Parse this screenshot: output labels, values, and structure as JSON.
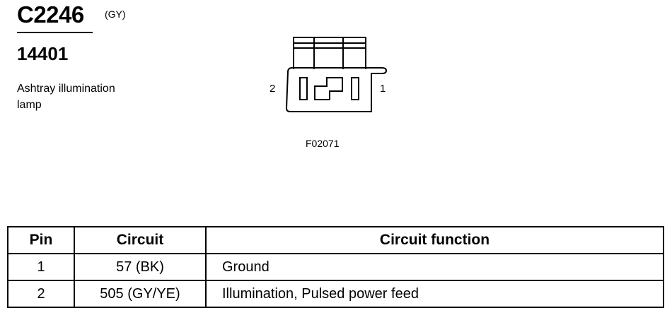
{
  "connector": {
    "id": "C2246",
    "color_code": "(GY)",
    "part_number": "14401",
    "description_line1": "Ashtray illumination",
    "description_line2": "lamp"
  },
  "diagram": {
    "pin_left_label": "2",
    "pin_right_label": "1",
    "figure_code": "F02071"
  },
  "table": {
    "headers": {
      "pin": "Pin",
      "circuit": "Circuit",
      "function": "Circuit function"
    },
    "rows": [
      {
        "pin": "1",
        "circuit": "57 (BK)",
        "function": "Ground"
      },
      {
        "pin": "2",
        "circuit": "505 (GY/YE)",
        "function": "Illumination, Pulsed power feed"
      }
    ]
  }
}
